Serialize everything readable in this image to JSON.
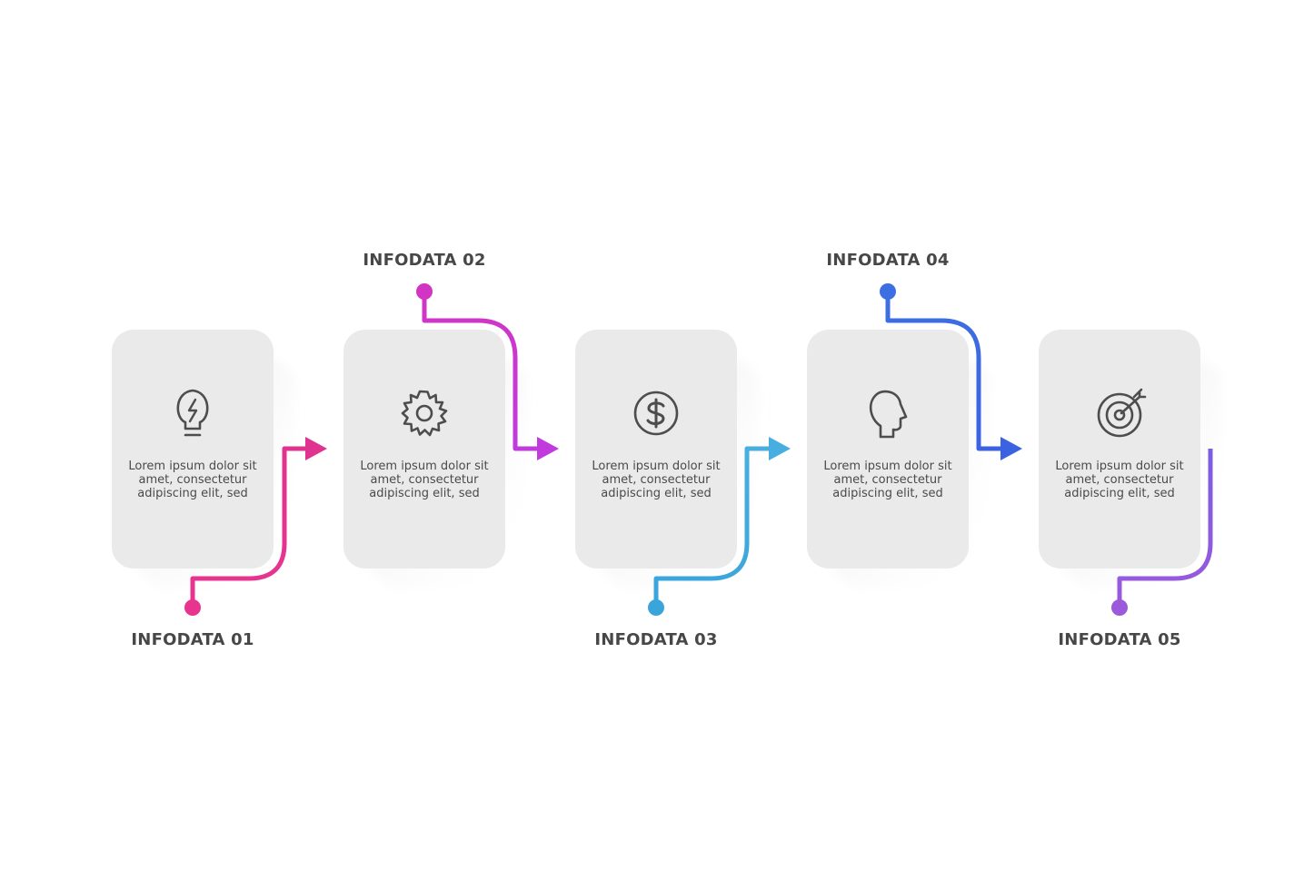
{
  "steps": [
    {
      "label": "INFODATA 01",
      "text": "Lorem ipsum dolor sit amet, consectetur adipiscing elit, sed",
      "icon": "lightbulb-icon",
      "color": "#e8348f"
    },
    {
      "label": "INFODATA 02",
      "text": "Lorem ipsum dolor sit amet, consectetur adipiscing elit, sed",
      "icon": "gear-icon",
      "color": "#c93ad6"
    },
    {
      "label": "INFODATA 03",
      "text": "Lorem ipsum dolor sit amet, consectetur adipiscing elit, sed",
      "icon": "dollar-coin-icon",
      "color": "#3fa6dc"
    },
    {
      "label": "INFODATA 04",
      "text": "Lorem ipsum dolor sit amet, consectetur adipiscing elit, sed",
      "icon": "head-profile-icon",
      "color": "#3e6fe3"
    },
    {
      "label": "INFODATA 05",
      "text": "Lorem ipsum dolor sit amet, consectetur adipiscing elit, sed",
      "icon": "target-icon",
      "color": "#8a5be0"
    }
  ],
  "colors": {
    "card": "#eaeaea",
    "text": "#4a4a4a",
    "label": "#474747",
    "icon": "#4d4d4d"
  }
}
